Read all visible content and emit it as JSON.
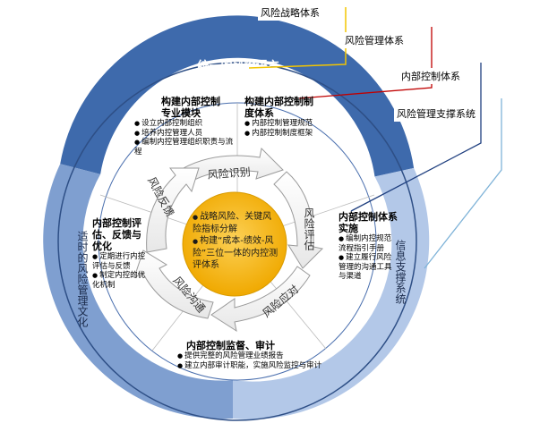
{
  "callouts": {
    "strategy": "风险战略体系",
    "management": "风险管理体系",
    "control": "内部控制体系",
    "support": "风险管理支撑系统"
  },
  "outer_ring": {
    "top": "统一的风险语言",
    "left": "适时的风险管理文化",
    "right": "信息支撑系统"
  },
  "blocks": {
    "module": {
      "title": "构建内部控制专业模块",
      "items": [
        "设立内部控制组织",
        "培养内控管理人员",
        "编制内控管理组织职责与流程"
      ]
    },
    "system": {
      "title": "构建内部控制制度体系",
      "items": [
        "内部控制管理规范",
        "内部控制制度框架"
      ]
    },
    "implement": {
      "title": "内部控制体系实施",
      "items": [
        "编制内控规范流程指引手册",
        "建立履行风险管理的沟通工具与渠道"
      ]
    },
    "audit": {
      "title": "内部控制监督、审计",
      "items": [
        "提供完整的风险管理业绩报告",
        "建立内部审计职能，实施风险监控与审计"
      ]
    },
    "evaluate": {
      "title": "内部控制评估、反馈与优化",
      "items": [
        "定期进行内控评估与反馈",
        "制定内控的优化机制"
      ]
    }
  },
  "cycle": {
    "identify": "风险识别",
    "assess": "风险评估",
    "respond": "风险应对",
    "communicate": "风险沟通",
    "feedback": "风险反馈"
  },
  "center": {
    "items": [
      "战略风险、关键风险指标分解",
      "构建“成本-绩效-风险”三位一体的内控测评体系"
    ]
  },
  "colors": {
    "ring_top": "#3e6aac",
    "ring_side": "#7f9fd0",
    "ring_right": "#b3c8e8",
    "center": "#f3b311",
    "strategy_line": "#f3c500",
    "management_line": "#c00000",
    "control_line": "#1f3f7f",
    "support_line": "#7fb3d8"
  }
}
